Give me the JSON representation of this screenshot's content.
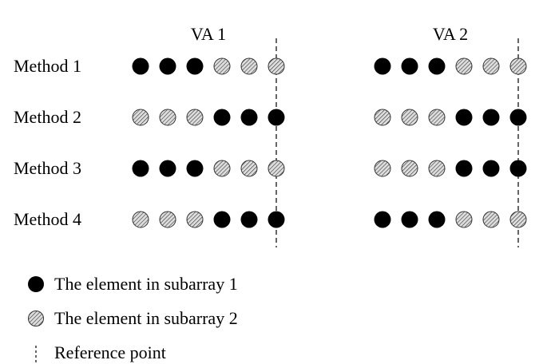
{
  "groups": [
    {
      "title": "VA 1"
    },
    {
      "title": "VA 2"
    }
  ],
  "rows": [
    {
      "label": "Method 1",
      "va1": [
        "s1",
        "s1",
        "s1",
        "s2",
        "s2",
        "s2"
      ],
      "va2": [
        "s1",
        "s1",
        "s1",
        "s2",
        "s2",
        "s2"
      ]
    },
    {
      "label": "Method 2",
      "va1": [
        "s2",
        "s2",
        "s2",
        "s1",
        "s1",
        "s1"
      ],
      "va2": [
        "s2",
        "s2",
        "s2",
        "s1",
        "s1",
        "s1"
      ]
    },
    {
      "label": "Method 3",
      "va1": [
        "s1",
        "s1",
        "s1",
        "s2",
        "s2",
        "s2"
      ],
      "va2": [
        "s2",
        "s2",
        "s2",
        "s1",
        "s1",
        "s1"
      ]
    },
    {
      "label": "Method 4",
      "va1": [
        "s2",
        "s2",
        "s2",
        "s1",
        "s1",
        "s1"
      ],
      "va2": [
        "s1",
        "s1",
        "s1",
        "s2",
        "s2",
        "s2"
      ]
    }
  ],
  "legend": {
    "s1": "The element in subarray 1",
    "s2": "The element in subarray 2",
    "ref": "Reference point"
  },
  "colors": {
    "subarray1": "#000000",
    "subarray2_fill": "#dddddd",
    "subarray2_hatch": "#333333"
  }
}
